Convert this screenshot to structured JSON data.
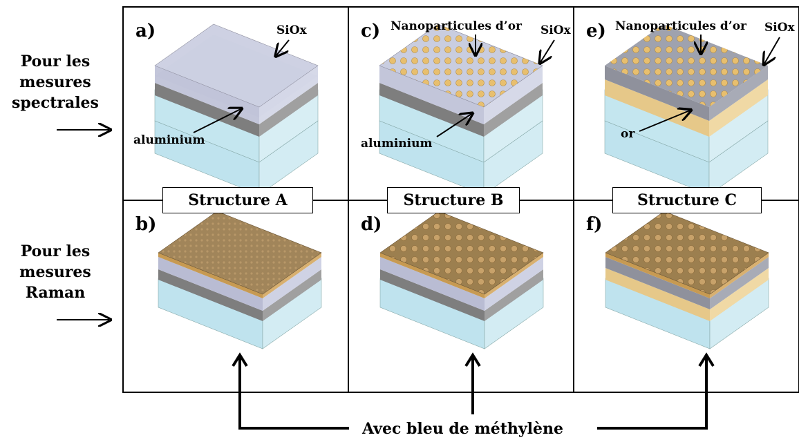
{
  "rows": {
    "top_label": [
      "Pour les",
      "mesures",
      "spectrales"
    ],
    "bottom_label": [
      "Pour les",
      "mesures",
      "Raman"
    ]
  },
  "panels": {
    "a": {
      "letter": "a)",
      "top_label": "SiOx",
      "bottom_label": "aluminium"
    },
    "b": {
      "letter": "b)"
    },
    "c": {
      "letter": "c)",
      "np_label": "Nanoparticules d’or",
      "top_label": "SiOx",
      "bottom_label": "aluminium"
    },
    "d": {
      "letter": "d)"
    },
    "e": {
      "letter": "e)",
      "np_label": "Nanoparticules d’or",
      "top_label": "SiOx",
      "bottom_label": "or"
    },
    "f": {
      "letter": "f)"
    }
  },
  "structures": [
    "Structure A",
    "Structure B",
    "Structure C"
  ],
  "caption": "Avec bleu de méthylène",
  "colors": {
    "substrate": "#bfe3ee",
    "silica": "#c9cde0",
    "aluminium": "#8a8a8a",
    "gold_layer": "#e6c889",
    "nanoparticle": "#e8bf6e",
    "dye_layer": "#a88a5a"
  }
}
